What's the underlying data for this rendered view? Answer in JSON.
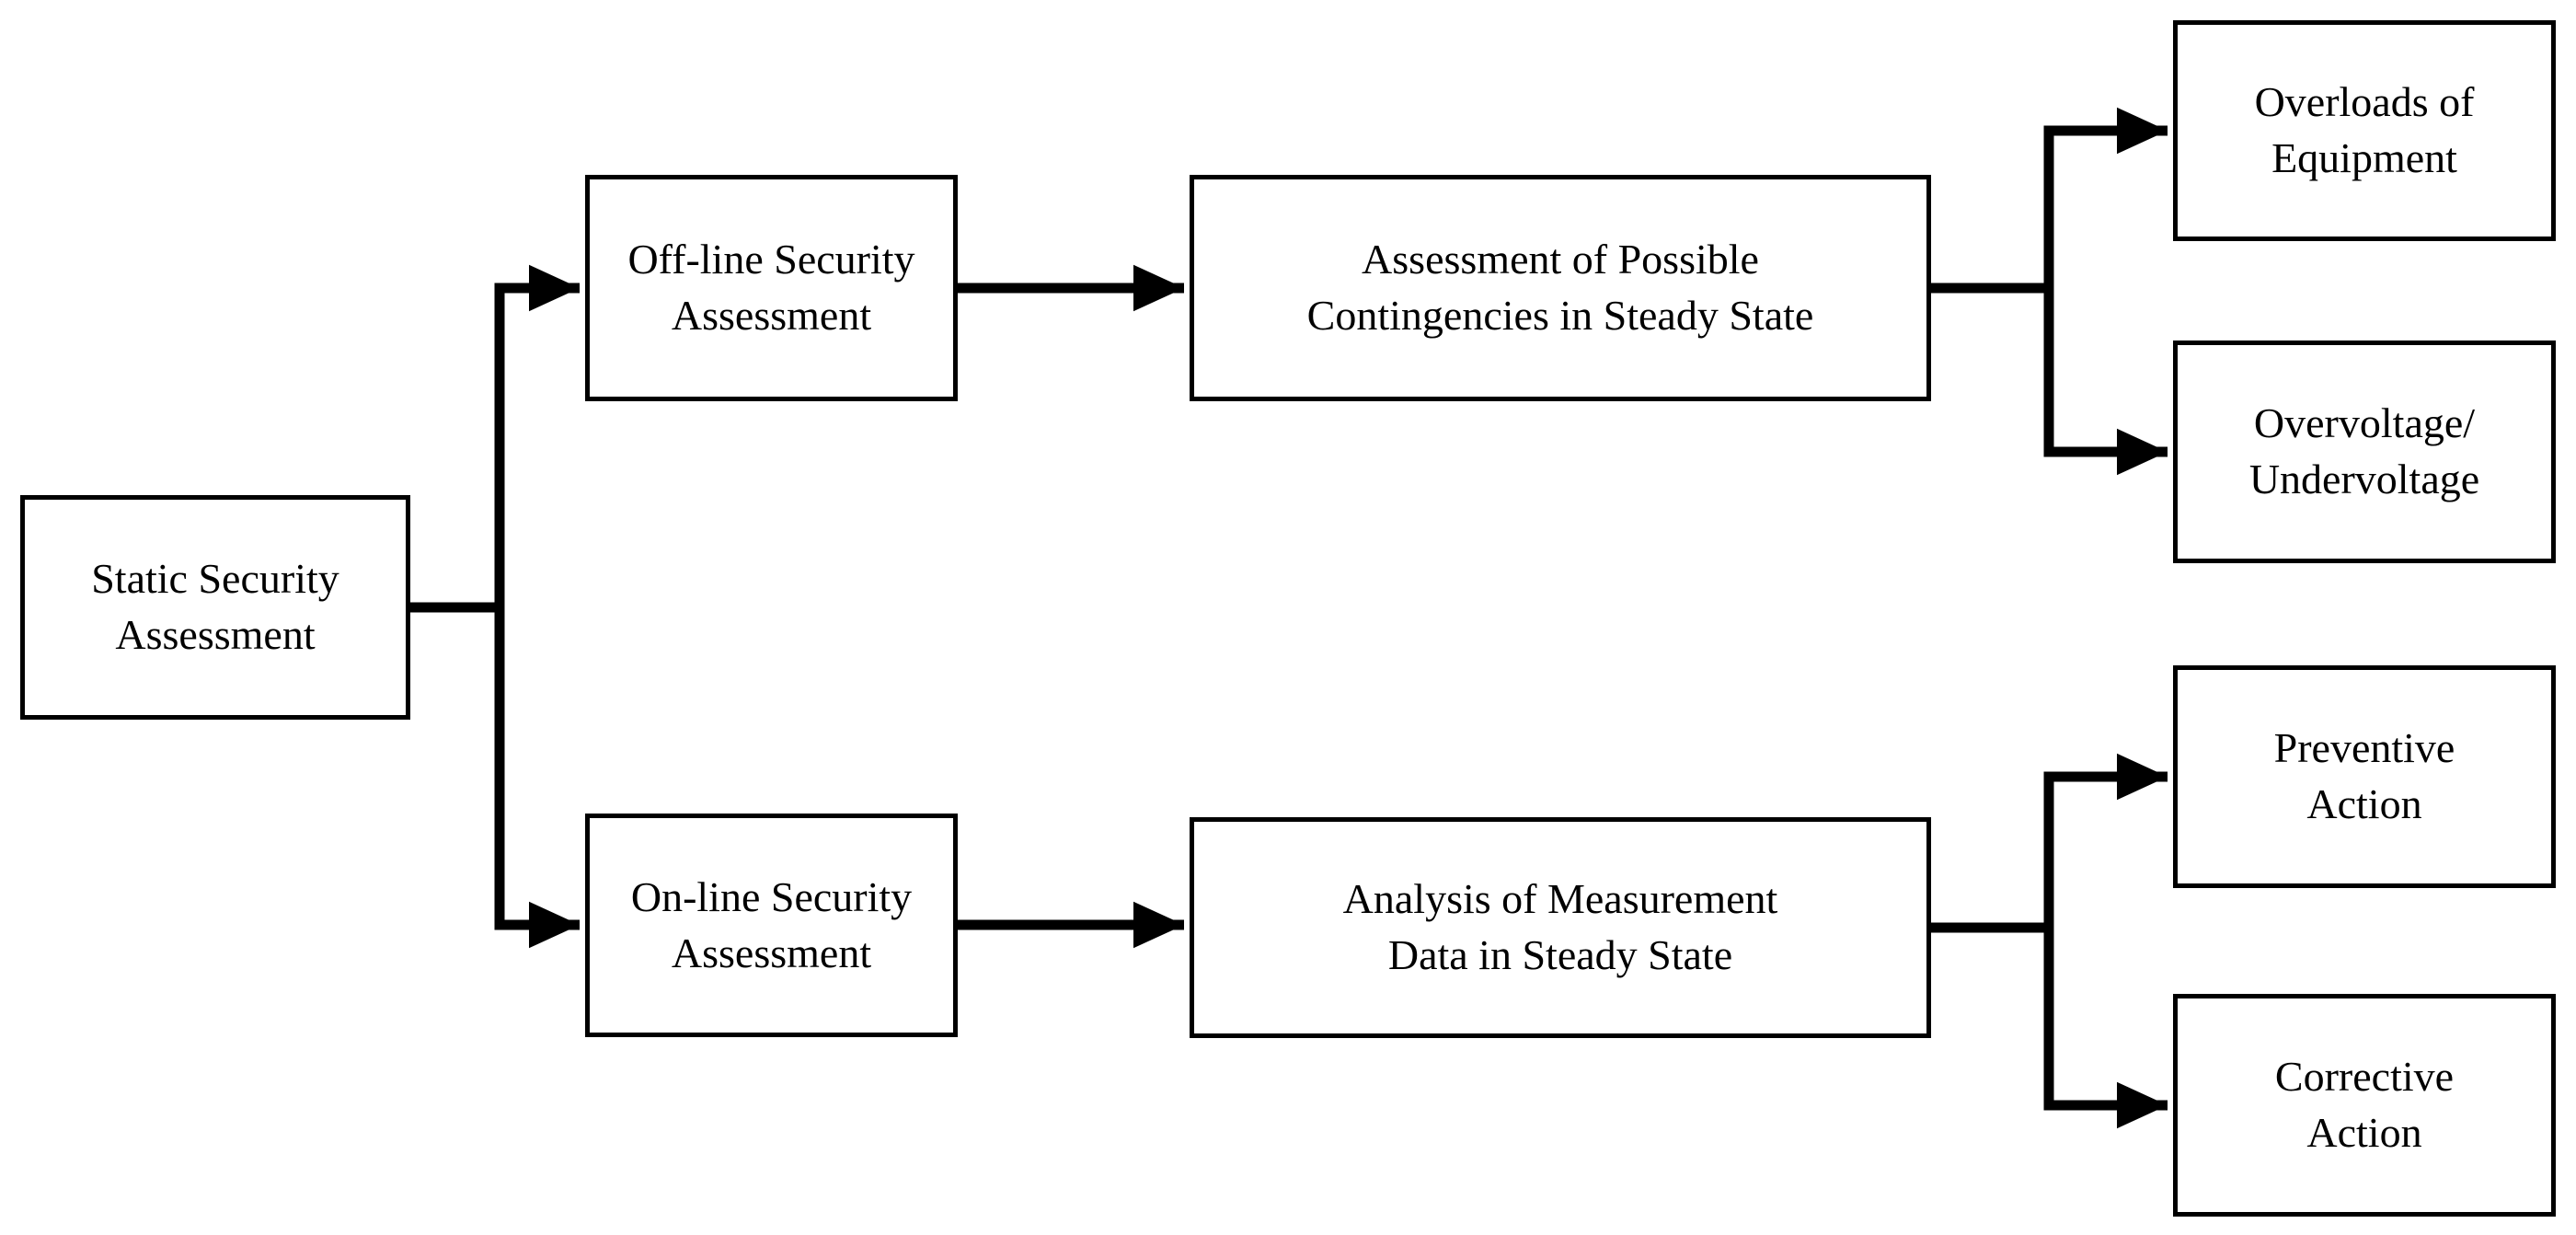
{
  "diagram": {
    "title": "Static Security Assessment flowchart",
    "colors": {
      "background": "#ffffff",
      "node_fill": "#ffffff",
      "node_border": "#000000",
      "connector": "#000000",
      "text": "#000000"
    },
    "nodes": {
      "static": {
        "lines": [
          "Static Security",
          "Assessment"
        ]
      },
      "offline": {
        "lines": [
          "Off-line Security",
          "Assessment"
        ]
      },
      "online": {
        "lines": [
          "On-line Security",
          "Assessment"
        ]
      },
      "assessment": {
        "lines": [
          "Assessment of Possible",
          "Contingencies in Steady State"
        ]
      },
      "analysis": {
        "lines": [
          "Analysis of Measurement",
          "Data in Steady State"
        ]
      },
      "overloads": {
        "lines": [
          "Overloads of",
          "Equipment"
        ]
      },
      "overvoltage": {
        "lines": [
          "Overvoltage/",
          "Undervoltage"
        ]
      },
      "preventive": {
        "lines": [
          "Preventive",
          "Action"
        ]
      },
      "corrective": {
        "lines": [
          "Corrective",
          "Action"
        ]
      }
    },
    "edges": [
      {
        "from": "static",
        "to": "offline"
      },
      {
        "from": "static",
        "to": "online"
      },
      {
        "from": "offline",
        "to": "assessment"
      },
      {
        "from": "online",
        "to": "analysis"
      },
      {
        "from": "assessment",
        "to": "overloads"
      },
      {
        "from": "assessment",
        "to": "overvoltage"
      },
      {
        "from": "analysis",
        "to": "preventive"
      },
      {
        "from": "analysis",
        "to": "corrective"
      }
    ]
  }
}
